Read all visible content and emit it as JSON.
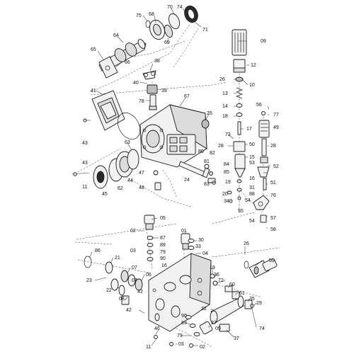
{
  "callouts": {
    "c75": "75",
    "c68": "68",
    "c70": "70",
    "c74": "74",
    "c71": "71",
    "c69": "69",
    "c64": "64",
    "c65": "65",
    "c66": "66",
    "c41": "41",
    "c38": "38",
    "c40": "40",
    "c39": "39",
    "c78": "78",
    "c67": "67",
    "c25": "25",
    "c43a": "43",
    "c63": "63",
    "c80": "80",
    "c82": "82",
    "c81": "81",
    "c84": "84",
    "c85": "85",
    "c19a": "19",
    "c83": "83",
    "c24": "24",
    "c43b": "43",
    "c11a": "11",
    "c45": "45",
    "c62": "62",
    "c44": "44",
    "c47": "47",
    "c48": "48",
    "c09": "09",
    "c12": "12",
    "c26a": "26",
    "c10": "10",
    "c13": "13",
    "c14": "14",
    "c18": "18",
    "c17": "17",
    "c73": "73",
    "c28a": "28",
    "c50": "50",
    "c15": "15",
    "c16a": "16",
    "c31": "31",
    "c20": "20",
    "c88": "88",
    "c34": "34",
    "c54a": "54",
    "c55": "55",
    "c56": "56",
    "c77": "77",
    "c49": "49",
    "c28b": "28",
    "c53": "53",
    "c52": "52",
    "c51": "51",
    "c76": "76",
    "c57": "57",
    "c54b": "54",
    "c58": "58",
    "c05a": "05",
    "c02a": "02",
    "c87": "87",
    "c03a": "03",
    "c89": "89",
    "c79a": "79",
    "c90a": "90",
    "c33": "33",
    "c16b": "16",
    "c01": "01",
    "c30": "30",
    "c04": "04",
    "c86": "86",
    "c21": "21",
    "c07a": "07",
    "c06": "06",
    "c23": "23",
    "c07b": "07",
    "c22": "22",
    "c08": "08",
    "c42a": "42",
    "c42b": "42",
    "c26b": "26",
    "c59": "59",
    "c19b": "19",
    "c36": "36",
    "c72": "72",
    "c60": "60",
    "c61": "61",
    "c35": "35",
    "c29": "29",
    "c32": "32",
    "c90b": "90",
    "c27": "27",
    "c89b": "89",
    "c05b": "05",
    "c74b": "74",
    "c46": "46",
    "c79b": "79",
    "c03b": "03",
    "c02b": "02",
    "c11b": "11",
    "c37": "37"
  }
}
